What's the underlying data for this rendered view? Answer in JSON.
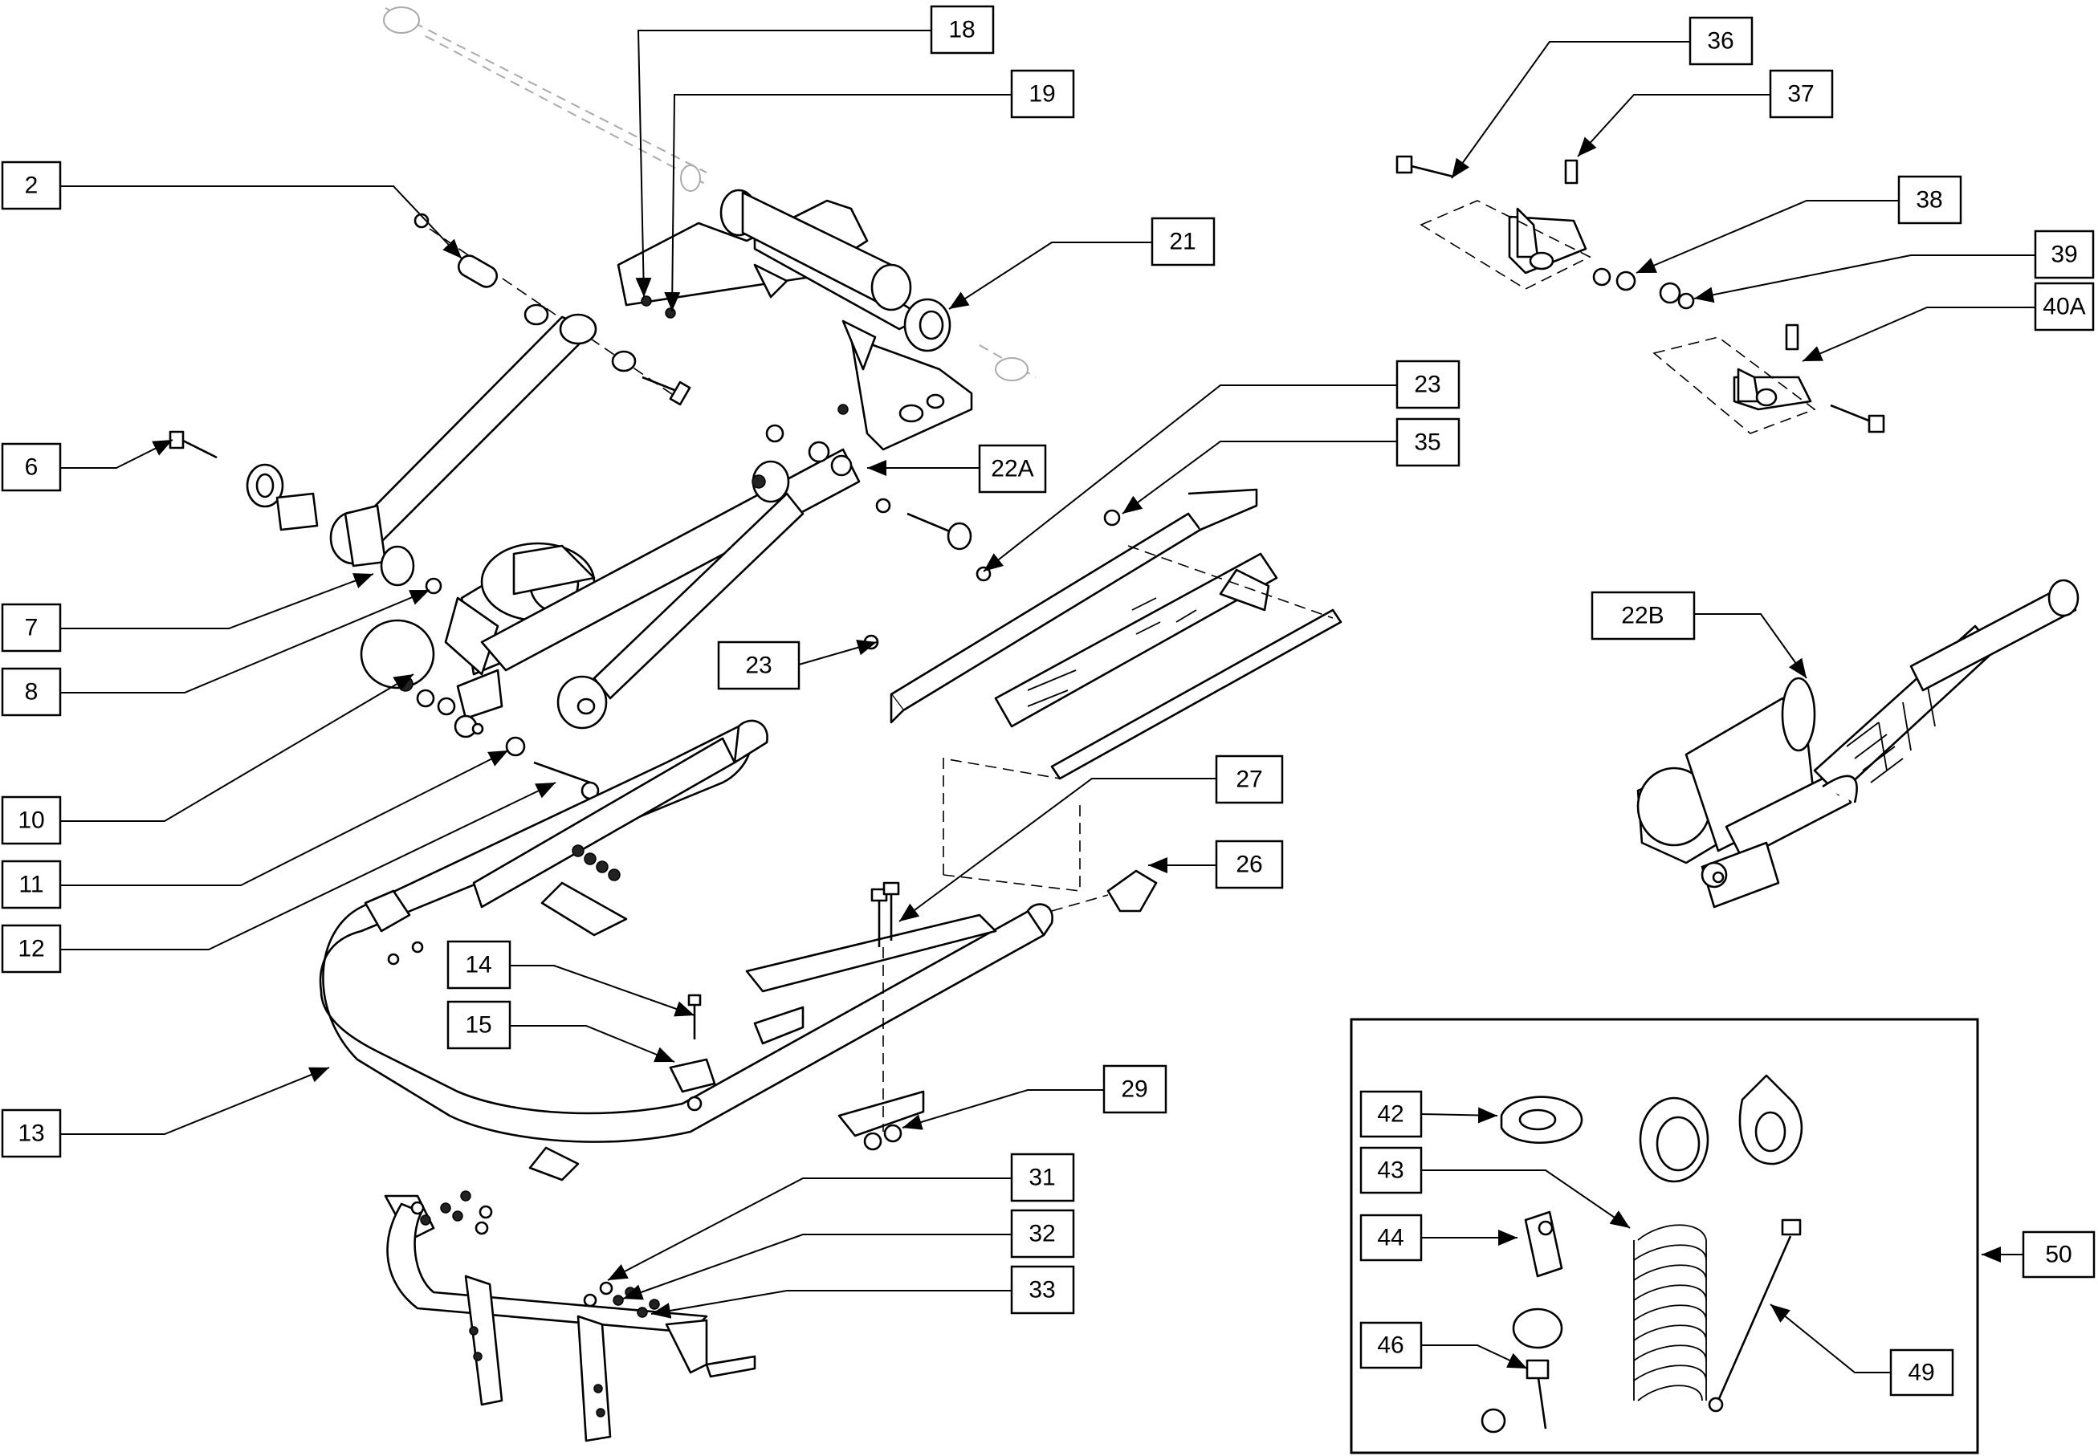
{
  "callouts": {
    "c2": "2",
    "c6": "6",
    "c7": "7",
    "c8": "8",
    "c10": "10",
    "c11": "11",
    "c12": "12",
    "c13": "13",
    "c14": "14",
    "c15": "15",
    "c18": "18",
    "c19": "19",
    "c21": "21",
    "c22A": "22A",
    "c22B": "22B",
    "c23a": "23",
    "c23b": "23",
    "c26": "26",
    "c27": "27",
    "c29": "29",
    "c31": "31",
    "c32": "32",
    "c33": "33",
    "c35": "35",
    "c36": "36",
    "c37": "37",
    "c38": "38",
    "c39": "39",
    "c40A": "40A",
    "c42": "42",
    "c43": "43",
    "c44": "44",
    "c46": "46",
    "c49": "49",
    "c50": "50"
  }
}
